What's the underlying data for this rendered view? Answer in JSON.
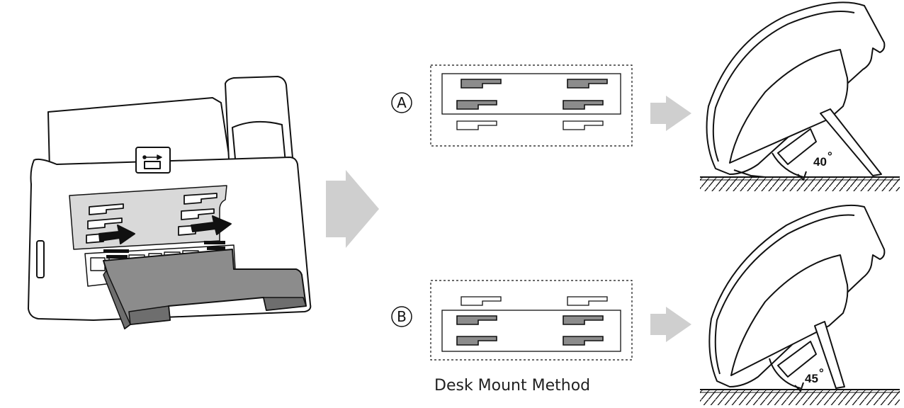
{
  "caption": "Desk Mount Method",
  "options": [
    {
      "letter": "A",
      "angle": "40"
    },
    {
      "letter": "B",
      "angle": "45"
    }
  ],
  "degree_symbol": "°",
  "colors": {
    "line": "#111111",
    "slot_fill": "#8c8c8c",
    "panel_gray": "#d9d9d9",
    "arrow_gray": "#cfcfcf"
  },
  "icons": {
    "port": "usb-icon"
  }
}
